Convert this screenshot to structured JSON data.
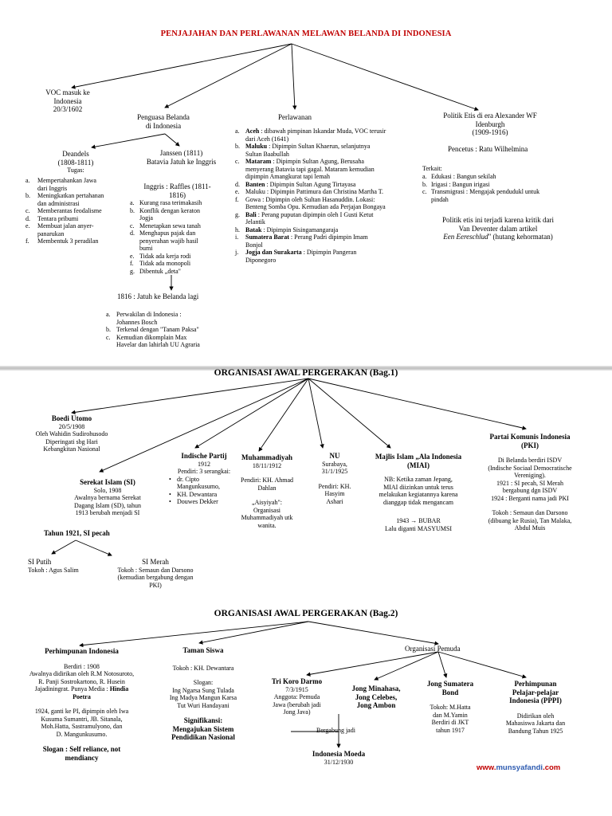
{
  "section1": {
    "title": "PENJAJAHAN DAN PERLAWANAN MELAWAN BELANDA DI INDONESIA",
    "voc": {
      "line1": "VOC masuk ke",
      "line2": "Indonesia",
      "date": "20/3/1602"
    },
    "penguasa": {
      "line1": "Penguasa Belanda",
      "line2": "di Indonesia"
    },
    "daendels": {
      "name": "Deandels",
      "years": "(1808-1811)",
      "tugas_label": "Tugas:",
      "tugas": [
        {
          "m": "a.",
          "l": [
            "Mempertahankan Jawa",
            "dari Inggris"
          ]
        },
        {
          "m": "b.",
          "l": [
            "Meningkatkan pertahanan",
            "dan administrasi"
          ]
        },
        {
          "m": "c.",
          "l": [
            "Memberantas feodalisme"
          ]
        },
        {
          "m": "d.",
          "l": [
            "Tentara pribumi"
          ]
        },
        {
          "m": "e.",
          "l": [
            "Membuat jalan anyer-",
            "panarukan"
          ]
        },
        {
          "m": "f.",
          "l": [
            "Membentuk 3 peradilan"
          ]
        }
      ]
    },
    "janssen": {
      "line1": "Janssen (1811)",
      "line2": "Batavia Jatuh ke Inggris"
    },
    "raffles": {
      "line1": "Inggris : Raffles (1811-",
      "line2": "1816)",
      "items": [
        {
          "m": "a.",
          "l": [
            "Kurang rasa terimakasih"
          ]
        },
        {
          "m": "b.",
          "l": [
            "Konflik dengan keraton",
            "Jogja"
          ]
        },
        {
          "m": "c.",
          "l": [
            "Menetapkan sewa tanah"
          ]
        },
        {
          "m": "d.",
          "l": [
            "Menghapus pajak dan",
            "penyerahan wajib hasil",
            "bumi"
          ]
        },
        {
          "m": "e.",
          "l": [
            "Tidak ada kerja rodi"
          ]
        },
        {
          "m": "f.",
          "l": [
            "Tidak ada monopoli"
          ]
        },
        {
          "m": "g.",
          "l": [
            "Dibentuk „deta\""
          ]
        }
      ]
    },
    "jatuh": {
      "title": "1816 : Jatuh ke Belanda lagi",
      "items": [
        {
          "m": "a.",
          "l": [
            "Perwakilan di Indonesia :",
            "Johannes Bosch"
          ]
        },
        {
          "m": "b.",
          "l": [
            "Terkenal dengan \"Tanam Paksa\""
          ]
        },
        {
          "m": "c.",
          "l": [
            "Kemudian dikomplain Max",
            "Havelar dan lahirlah UU Agraria"
          ]
        }
      ]
    },
    "perlawanan": {
      "title": "Perlawanan",
      "items": [
        {
          "m": "a.",
          "b": "Aceh",
          "r": " : dibawah pimpinan Iskandar Muda, VOC terusir",
          "c": [
            "dari Aceh (1641)"
          ]
        },
        {
          "m": "b.",
          "b": "Maluku",
          "r": " : Dipimpin Sultan Khaerun, selanjutnya",
          "c": [
            "Sultan Baabullah"
          ]
        },
        {
          "m": "c.",
          "b": "Mataram",
          "r": " : Dipimpin Sultan Agung, Berusaha",
          "c": [
            "menyerang Batavia tapi gagal. Mataram kemudian",
            "dipimpin Amangkurat tapi lemah"
          ]
        },
        {
          "m": "d.",
          "b": "Banten",
          "r": " : Dipimpin Sultan Agung Tirtayasa",
          "c": []
        },
        {
          "m": "e.",
          "b": "",
          "r": "Maluku : Dipimpin Pattimura dan Christina Martha T.",
          "c": []
        },
        {
          "m": "f.",
          "b": "",
          "r": "Gowa : Dipimpin oleh Sultan Hasanuddin. Lokasi:",
          "c": [
            "Benteng Somba Opu. Kemudian ada Perjajan Bongaya"
          ]
        },
        {
          "m": "g.",
          "b": "Bali",
          "r": " : Perang puputan dipimpin oleh I Gusti Ketut",
          "c": [
            "Jelantik"
          ]
        },
        {
          "m": "h.",
          "b": "Batak",
          "r": " : Dipimpin Sisingamangaraja",
          "c": []
        },
        {
          "m": "i.",
          "b": "Sumatera Barat",
          "r": " : Perang Padri dipimpin Imam",
          "c": [
            "Bonjol"
          ]
        },
        {
          "m": "j.",
          "b": "Jogja dan Surakarta",
          "r": " : Dipimpin Pangeran",
          "c": [
            "Diponegoro"
          ]
        }
      ]
    },
    "etis": {
      "title1": "Politik Etis di era Alexander WF",
      "title2": "Idenburgh",
      "years": "(1909-1916)",
      "pencetus": "Pencetus : Ratu Wilhelmina",
      "terkait": "Terkait:",
      "items": [
        {
          "m": "a.",
          "l": [
            "Edukasi : Bangun sekilah"
          ]
        },
        {
          "m": "b.",
          "l": [
            "Irigasi : Bangun irigasi"
          ]
        },
        {
          "m": "c.",
          "l": [
            "Transmigrasi : Mengajak pendudukl untuk",
            "pindah"
          ]
        }
      ],
      "note1": "Politik etis ini terjadi karena kritik dari",
      "note2": "Van Deventer dalam artikel",
      "note3_i": "Een Eereschlud",
      "note3_r": "\" (hutang kehormatan)"
    }
  },
  "section2": {
    "title": "ORGANISASI AWAL PERGERAKAN (Bag.1)",
    "bu": {
      "name": "Boedi Utomo",
      "date": "20/5/1908",
      "l1": "Oleh Wahidin Sudirohusodo",
      "l2": "Diperingati sbg Hari",
      "l3": "Kebangkitan Nasional"
    },
    "si": {
      "name": "Serekat Islam (SI)",
      "l1": "Solo, 1908",
      "l2": "Awalnya bernama Serekat",
      "l3": "Dagang Islam (SD), tahun",
      "l4": "1913 berubah menjadi SI"
    },
    "split": "Tahun 1921, SI pecah",
    "siputih": {
      "name": "SI Putih",
      "tokoh": "Tokoh : Agus Salim"
    },
    "simerah": {
      "name": "SI Merah",
      "l1": "Tokoh : Semaun dan Darsono",
      "l2": "(kemudian bergabung dengan",
      "l3": "PKI)"
    },
    "ip": {
      "name": "Indische Partij",
      "year": "1912",
      "pendiri": "Pendiri: 3 serangkai:",
      "items": [
        [
          "dr. Cipto",
          "Mangunkusumo,"
        ],
        [
          "KH. Dewantara"
        ],
        [
          "Douwes Dekker"
        ]
      ]
    },
    "muh": {
      "name": "Muhammadiyah",
      "date": "18/11/1912",
      "l1": "Pendiri: KH. Ahmad",
      "l2": "Dahlan",
      "l3": "„Aisyiyah\":",
      "l4": "Organisasi",
      "l5": "Muhammadiyah utk",
      "l6": "wanita."
    },
    "nu": {
      "name": "NU",
      "l1": "Surabaya,",
      "l2": "31/1/1925",
      "l3": "Pendiri: KH.",
      "l4": "Hasyim",
      "l5": "Ashari"
    },
    "miai": {
      "name1": "Majlis Islam „Ala Indonesia",
      "name2": "(MIAI)",
      "l1": "NB: Ketika zaman Jepang,",
      "l2": "MIAI diizinkan untuk terus",
      "l3": "melakukan kegiatannya karena",
      "l4": "dianggap tidak mengancam",
      "l5": "1943 → BUBAR",
      "l6": "Lalu diganti MASYUMSI"
    },
    "pki": {
      "name1": "Partai Komunis Indonesia",
      "name2": "(PKI)",
      "l1": "Di Belanda berdiri ISDV",
      "l2": "(Indische Sociaal Democratische",
      "l3": "Vereniging).",
      "l4": "1921 : SI pecah, SI Merah",
      "l5": "bergabung dgn ISDV",
      "l6": "1924 : Berganti nama jadi PKI",
      "l7": "Tokoh : Semaun dan Darsono",
      "l8": "(dibuang ke Rusia), Tan Malaka,",
      "l9": "Abdul Muis"
    }
  },
  "section3": {
    "title": "ORGANISASI AWAL PERGERAKAN (Bag.2)",
    "pi": {
      "name": "Perhimpunan Indonesia",
      "l1": "Berdiri : 1908",
      "l2": "Awalnya didirikan oleh R.M Notosuroto,",
      "l3": "R. Panji Sostrokartono, R. Husein",
      "l4a": "Jajadiningrat. Punya Media : ",
      "l4b": "Hindia",
      "l5": "Poetra",
      "l6": "1924, ganti ke PI, dipimpin oleh Iwa",
      "l7": "Kusuma Sumantri, JB. Sitanala,",
      "l8": "Moh.Hatta, Sastramulyono, dan",
      "l9": "D. Mangunkusumo.",
      "l10": "Slogan : Self reliance, not",
      "l11": "mendiancy"
    },
    "ts": {
      "name": "Taman Siswa",
      "tokoh": "Tokoh : KH. Dewantara",
      "sl": "Slogan:",
      "s1": "Ing Ngarsa Sung Tulada",
      "s2": "Ing Madya Mangun Karsa",
      "s3": "Tut Wuri Handayani",
      "g1": "Signifikansi:",
      "g2": "Mengajukan Sistem",
      "g3": "Pendidikan Nasional"
    },
    "op": {
      "name": "Organisasi Pemuda"
    },
    "tkd": {
      "name": "Tri Koro Darmo",
      "date": "7/3/1915",
      "l1": "Anggota: Pemuda",
      "l2": "Jawa (berubah jadi",
      "l3": "Jong Java)"
    },
    "jm": {
      "l1": "Jong Minahasa,",
      "l2": "Jong Celebes,",
      "l3": "Jong Ambon"
    },
    "gab": "Bergabung jadi",
    "im": {
      "name": "Indonesia Moeda",
      "date": "31/12/1930"
    },
    "jsb": {
      "name1": "Jong Sumatera",
      "name2": "Bond",
      "l1": "Tokoh: M.Hatta",
      "l2": "dan M.Yamin",
      "l3": "Berdiri di JKT",
      "l4": "tahun 1917"
    },
    "ppi": {
      "name1": "Perhimpunan",
      "name2": "Pelajar-pelajar",
      "name3": "Indonesia (PPPI)",
      "l1": "Didirikan oleh",
      "l2": "Mahasiswa Jakarta dan",
      "l3": "Bandung Tahun 1925"
    }
  },
  "footer": {
    "p1": "www.",
    "p2": "munsyafandi",
    "p3": ".com"
  },
  "colors": {
    "title_red": "#c00000",
    "footer_blue": "#2d5bb0"
  }
}
